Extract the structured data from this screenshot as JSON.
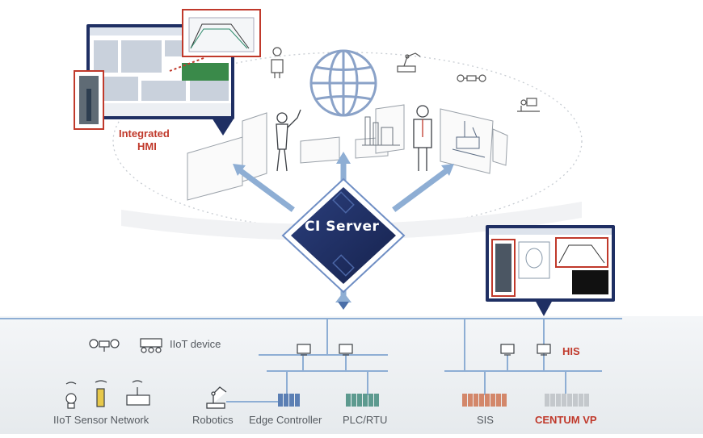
{
  "labels": {
    "integrated_hmi": [
      "Integrated",
      "HMI"
    ],
    "ci_server": "CI Server",
    "his": "HIS",
    "iiot_device": "IIoT device",
    "iiot_sensor_network": "IIoT Sensor Network",
    "robotics": "Robotics",
    "edge_controller": "Edge Controller",
    "plc_rtu": "PLC/RTU",
    "sis": "SIS",
    "centum_vp": "CENTUM VP"
  },
  "colors": {
    "network_line": "#8eaed4",
    "server_dark": "#1f2f63",
    "server_frame": "#6f8ec4",
    "accent_red": "#c0392b",
    "floor": "#eef1f3"
  },
  "icons": [
    "globe-icon",
    "worker-icon",
    "robot-arm-icon",
    "drone-icon",
    "desk-operator-icon",
    "iiot-vehicle-icon"
  ]
}
